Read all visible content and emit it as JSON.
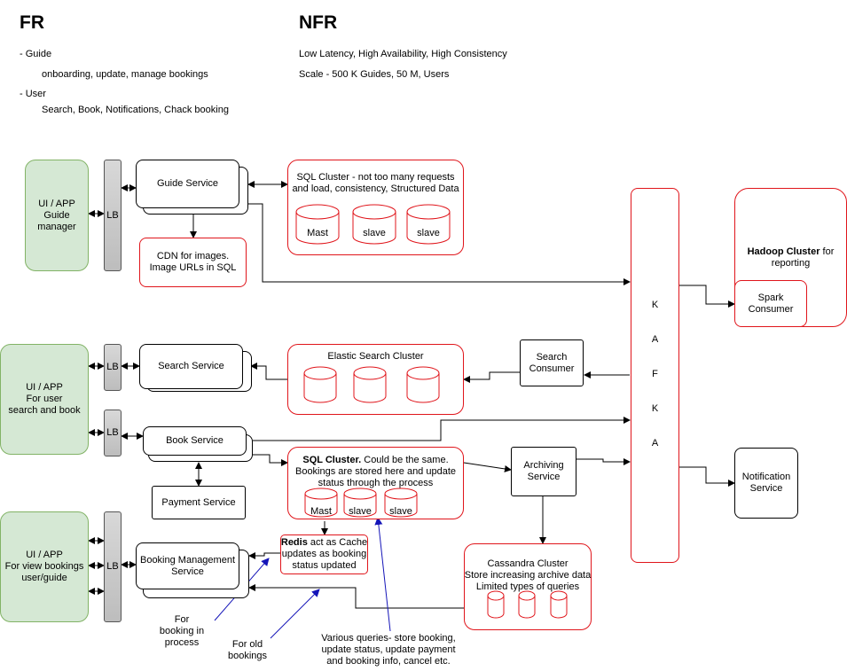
{
  "fr": {
    "title": "FR",
    "guide": "- Guide",
    "guide_detail": "onboarding, update, manage bookings",
    "user": "- User",
    "user_detail": "Search, Book, Notifications, Chack booking"
  },
  "nfr": {
    "title": "NFR",
    "line1": "Low Latency, High Availability, High Consistency",
    "line2": "Scale - 500 K Guides, 50 M, Users"
  },
  "clients": {
    "guide": [
      "UI / APP",
      "Guide",
      "manager"
    ],
    "user": [
      "UI / APP",
      "For user",
      "search and book"
    ],
    "bookings": [
      "UI / APP",
      "For view bookings",
      "user/guide"
    ]
  },
  "lb": "LB",
  "services": {
    "guide": "Guide Service",
    "cdn": [
      "CDN for images.",
      "Image URLs in SQL"
    ],
    "search": "Search Service",
    "book": "Book Service",
    "payment": "Payment Service",
    "booking_mgmt": [
      "Booking Management",
      "Service"
    ],
    "search_consumer": [
      "Search",
      "Consumer"
    ],
    "archiving": [
      "Archiving",
      "Service"
    ],
    "notification": [
      "Notification",
      "Service"
    ],
    "spark": [
      "Spark",
      "Consumer"
    ]
  },
  "sql1": {
    "title": [
      "SQL Cluster - not too many requests",
      "and load, consistency, Structured Data"
    ],
    "dbs": [
      "Mast",
      "slave",
      "slave"
    ]
  },
  "elastic": {
    "title": "Elastic Search Cluster"
  },
  "sql2": {
    "title_bold": "SQL Cluster.",
    "title_rest": " Could be the same.",
    "lines": [
      "Bookings are stored here and update",
      "status through the process"
    ],
    "dbs": [
      "Mast",
      "slave",
      "slave"
    ]
  },
  "redis": {
    "title_bold": "Redis",
    "title_rest": " act as Cache",
    "lines": [
      "updates as booking",
      "status updated"
    ]
  },
  "cassandra": {
    "lines": [
      "Cassandra Cluster",
      "Store increasing archive data",
      "Limited types of queries"
    ]
  },
  "hadoop": {
    "title_bold": "Hadoop Cluster",
    "title_rest": " for",
    "line2": "reporting"
  },
  "kafka": [
    "K",
    "A",
    "F",
    "K",
    "A"
  ],
  "notes": {
    "in_process": [
      "For",
      "booking in",
      "process"
    ],
    "old": [
      "For old",
      "bookings"
    ],
    "queries": [
      "Various queries- store booking,",
      "update status, update payment",
      "and booking info, cancel etc."
    ]
  }
}
